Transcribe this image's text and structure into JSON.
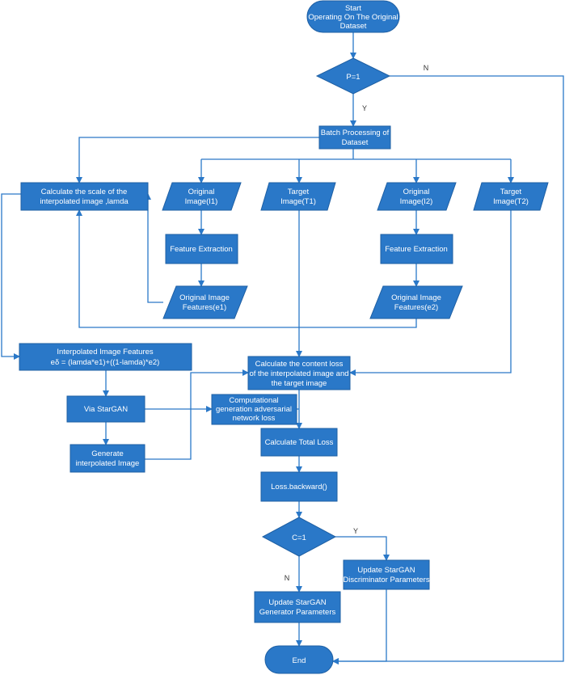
{
  "nodes": {
    "start": [
      "Start",
      "Operating On The Original",
      "Dataset"
    ],
    "p_decision": [
      "P=1"
    ],
    "batch": [
      "Batch Processing of",
      "Dataset"
    ],
    "calc_scale": [
      "Calculate the scale of the",
      "interpolated image ,lamda"
    ],
    "orig_i1": [
      "Original",
      "Image(I1)"
    ],
    "target_t1": [
      "Target",
      "Image(T1)"
    ],
    "orig_i2": [
      "Original",
      "Image(I2)"
    ],
    "target_t2": [
      "Target",
      "Image(T2)"
    ],
    "feat1": [
      "Feature Extraction"
    ],
    "feat2": [
      "Feature Extraction"
    ],
    "orig_feat1": [
      "Original Image",
      "Features(e1)"
    ],
    "orig_feat2": [
      "Original Image",
      "Features(e2)"
    ],
    "interp_feat": [
      "Interpolated Image Features",
      "eδ = (lamda*e1)+((1-lamda)*e2)"
    ],
    "content_loss": [
      "Calculate the content loss",
      "of the interpolated image and",
      "the target image"
    ],
    "via_stargan": [
      "Via StarGAN"
    ],
    "adv_loss": [
      "Computational",
      "generation adversarial",
      "network loss"
    ],
    "generate": [
      "Generate",
      "interpolated Image"
    ],
    "total_loss": [
      "Calculate Total Loss"
    ],
    "backward": [
      "Loss.backward()"
    ],
    "c_decision": [
      "C=1"
    ],
    "update_disc": [
      "Update StarGAN",
      "Discriminator Parameters"
    ],
    "update_gen": [
      "Update StarGAN",
      "Generator Parameters"
    ],
    "end": [
      "End"
    ]
  },
  "edge_labels": {
    "p_no": "N",
    "p_yes": "Y",
    "c_yes": "Y",
    "c_no": "N"
  },
  "colors": {
    "fill": "#2a78c8",
    "stroke": "#1e5fa3",
    "edge": "#2a78c8",
    "label": "#333333"
  }
}
